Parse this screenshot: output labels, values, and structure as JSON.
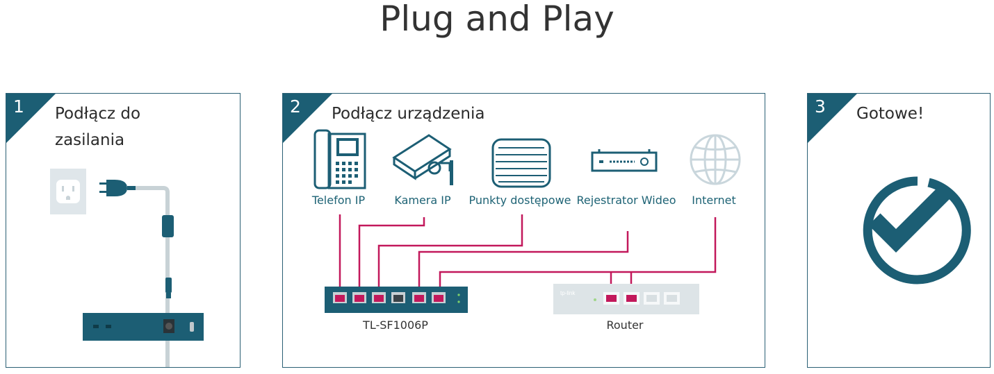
{
  "title": "Plug and Play",
  "steps": [
    {
      "number": "1",
      "title": "Podłącz do zasilania"
    },
    {
      "number": "2",
      "title": "Podłącz urządzenia"
    },
    {
      "number": "3",
      "title": "Gotowe!"
    }
  ],
  "devices": [
    "Telefon IP",
    "Kamera IP",
    "Punkty dostępowe",
    "Rejestrator Wideo",
    "Internet"
  ],
  "switch_label": "TL-SF1006P",
  "router_label": "Router",
  "router_brand": "tp-link",
  "colors": {
    "accent": "#1c5e74",
    "cable": "#c2185b",
    "border": "#2a5f74"
  }
}
